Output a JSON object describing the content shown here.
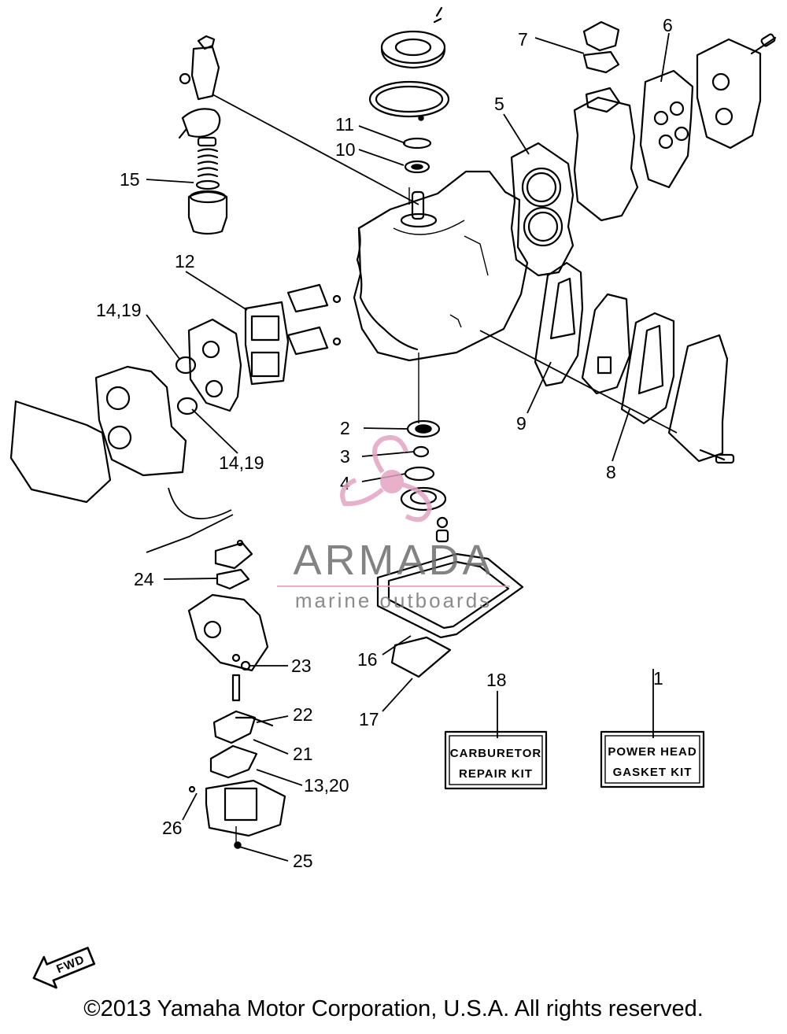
{
  "diagram": {
    "callouts": {
      "c1": "1",
      "c2": "2",
      "c3": "3",
      "c4": "4",
      "c5": "5",
      "c6": "6",
      "c7": "7",
      "c8": "8",
      "c9": "9",
      "c10": "10",
      "c11": "11",
      "c12": "12",
      "c13_20": "13,20",
      "c14_19_top": "14,19",
      "c14_19_bottom": "14,19",
      "c15": "15",
      "c16": "16",
      "c17": "17",
      "c18": "18",
      "c21": "21",
      "c22": "22",
      "c23": "23",
      "c24": "24",
      "c25": "25",
      "c26": "26"
    },
    "kits": {
      "carburetor_line1": "CARBURETOR",
      "carburetor_line2": "REPAIR KIT",
      "powerhead_line1": "POWER HEAD",
      "powerhead_line2": "GASKET KIT"
    },
    "fwd_label": "FWD"
  },
  "watermark": {
    "brand": "ARMADA",
    "tagline": "marine outboards",
    "logo_color": "#e3a3c2"
  },
  "footer": {
    "copyright": "©2013 Yamaha Motor Corporation, U.S.A. All rights reserved."
  }
}
